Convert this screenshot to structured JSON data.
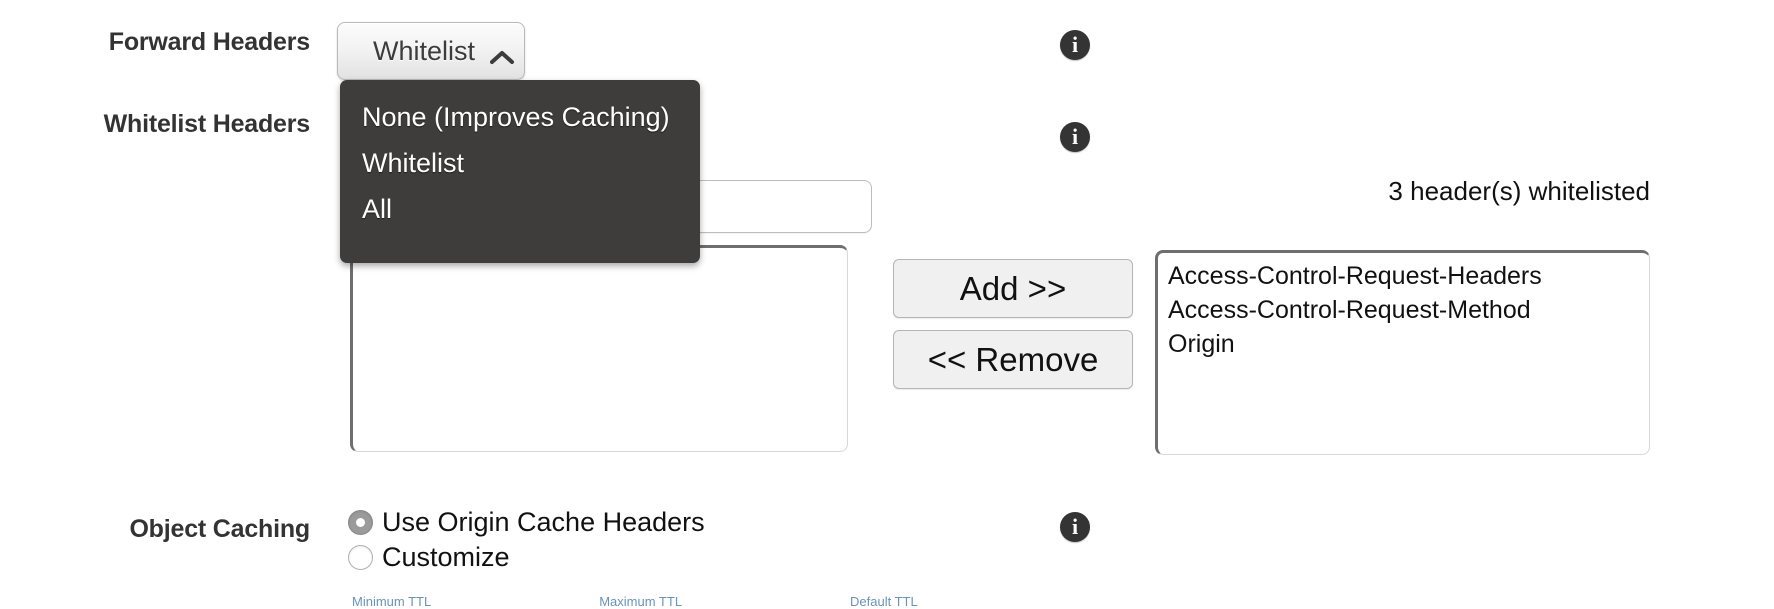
{
  "fields": {
    "forward_headers_label": "Forward Headers",
    "whitelist_headers_label": "Whitelist Headers",
    "object_caching_label": "Object Caching"
  },
  "forward_headers_select": {
    "selected_value": "Whitelist",
    "expanded": true,
    "chevron": "chevron-up-icon",
    "options": [
      "None (Improves Caching)",
      "Whitelist",
      "All"
    ]
  },
  "whitelist_headers": {
    "input_value": "",
    "input_placeholder": "",
    "available_options": [],
    "add_label": "Add >>",
    "remove_label": "<< Remove",
    "status": "3 header(s) whitelisted",
    "whitelisted_options": [
      "Access-Control-Request-Headers",
      "Access-Control-Request-Method",
      "Origin"
    ]
  },
  "object_caching": {
    "options": [
      {
        "label": "Use Origin Cache Headers",
        "selected": true
      },
      {
        "label": "Customize",
        "selected": false
      }
    ]
  },
  "info_icons": {
    "glyph": "i",
    "name": "info-icon"
  },
  "bottom_links": [
    "Minimum TTL",
    "Maximum TTL",
    "Default TTL"
  ],
  "colors": {
    "dropdown_bg": "#3e3d3c",
    "dropdown_text": "#ffffff",
    "label_text": "#333333",
    "info_icon_bg": "#343434",
    "listbox_border": "#6e6e6e",
    "button_face": "#f0f0f0"
  }
}
